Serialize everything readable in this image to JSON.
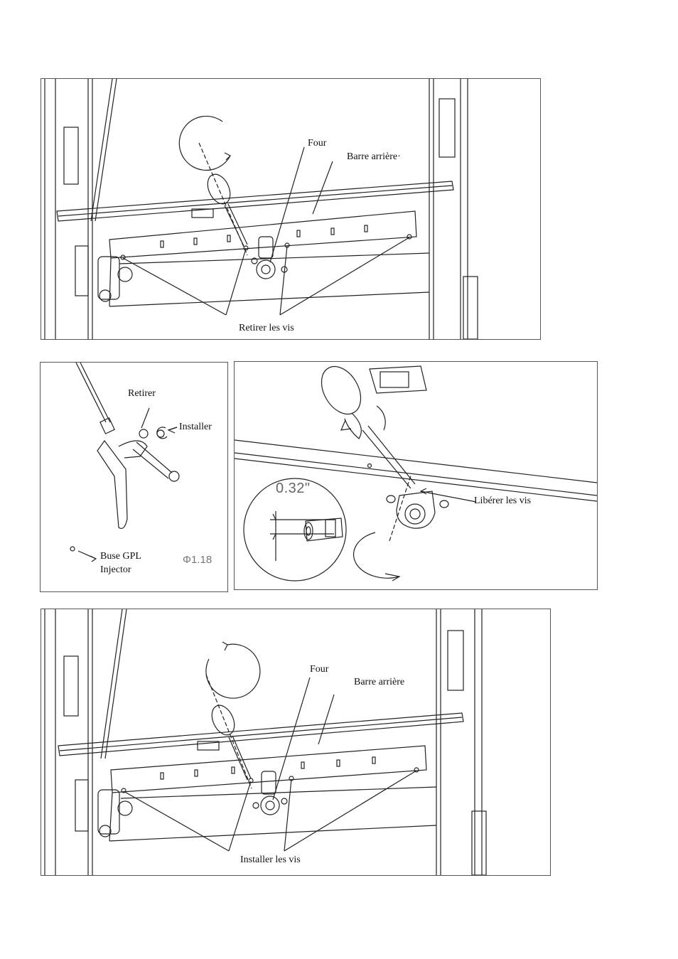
{
  "panel_top": {
    "label_four": "Four",
    "label_barre": "Barre arrière·",
    "label_action": "Retirer les vis"
  },
  "panel_injector": {
    "label_remove": "Retirer",
    "label_install": "Installer",
    "label_nozzle": "Buse GPL",
    "label_injector": "Injector",
    "label_size": "Φ1.18"
  },
  "panel_detail": {
    "label_release": "Libérer les vis",
    "label_dimension": "0.32\""
  },
  "panel_bottom": {
    "label_four": "Four",
    "label_barre": "Barre arrière",
    "label_action": "Installer les vis"
  }
}
